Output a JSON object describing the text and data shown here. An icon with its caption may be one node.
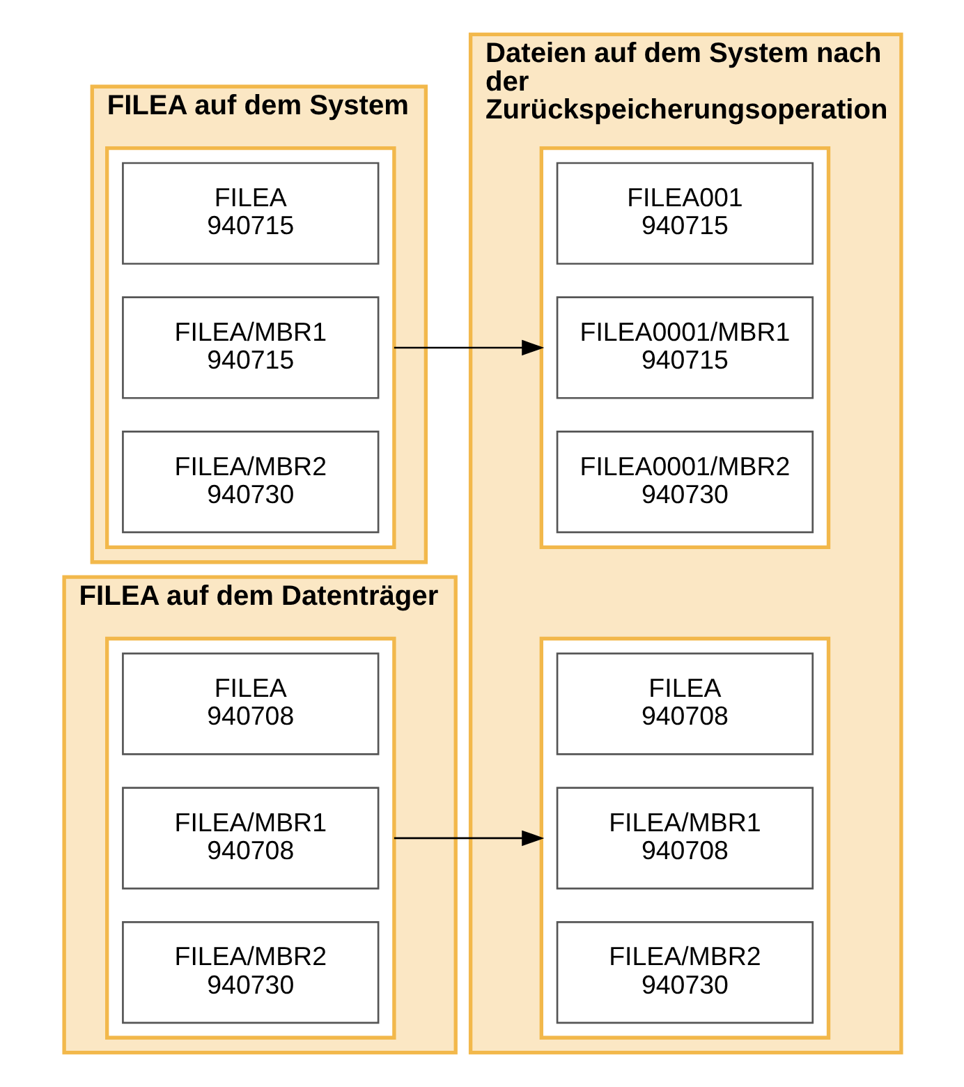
{
  "diagram": {
    "nodes": [
      {
        "text": [
          "FILEA auf dem System"
        ]
      },
      {
        "text": [],
        "shape": "box",
        "in": 0
      },
      {
        "text": [
          "FILEA",
          "940715"
        ],
        "in": 1
      },
      {
        "text": [
          "FILEA/MBR1",
          "940715"
        ],
        "in": 1
      },
      {
        "text": [
          "FILEA/MBR2",
          "940730"
        ],
        "in": 1
      },
      {
        "text": [
          "Dateien auf dem System nach der Zurückspeicherungsoperation"
        ]
      },
      {
        "text": [],
        "shape": "box",
        "in": 5
      },
      {
        "text": [
          "FILEA001",
          "940715"
        ],
        "in": 6
      },
      {
        "text": [
          "FILEA0001/MBR1",
          "940715"
        ],
        "in": 6
      },
      {
        "text": [
          "FILEA0001/MBR2",
          "940730"
        ],
        "in": 6
      },
      {
        "text": [
          "FILEA auf dem Datenträger"
        ]
      },
      {
        "text": [],
        "shape": "box",
        "in": 10
      },
      {
        "text": [
          "FILEA",
          "940708"
        ],
        "in": 11
      },
      {
        "text": [
          "FILEA/MBR1",
          "940708"
        ],
        "in": 11
      },
      {
        "text": [
          "FILEA/MBR2",
          "940730"
        ],
        "in": 11
      },
      {
        "text": [],
        "shape": "box",
        "in": 5
      },
      {
        "text": [
          "FILEA",
          "940708"
        ],
        "in": 15
      },
      {
        "text": [
          "FILEA/MBR1",
          "940708"
        ],
        "in": 15
      },
      {
        "text": [
          "FILEA/MBR2",
          "940730"
        ],
        "in": 15
      }
    ],
    "edges": [
      {
        "from": 1,
        "to": 6,
        "arrow": "to"
      },
      {
        "from": 11,
        "to": 15,
        "arrow": "to"
      }
    ]
  }
}
